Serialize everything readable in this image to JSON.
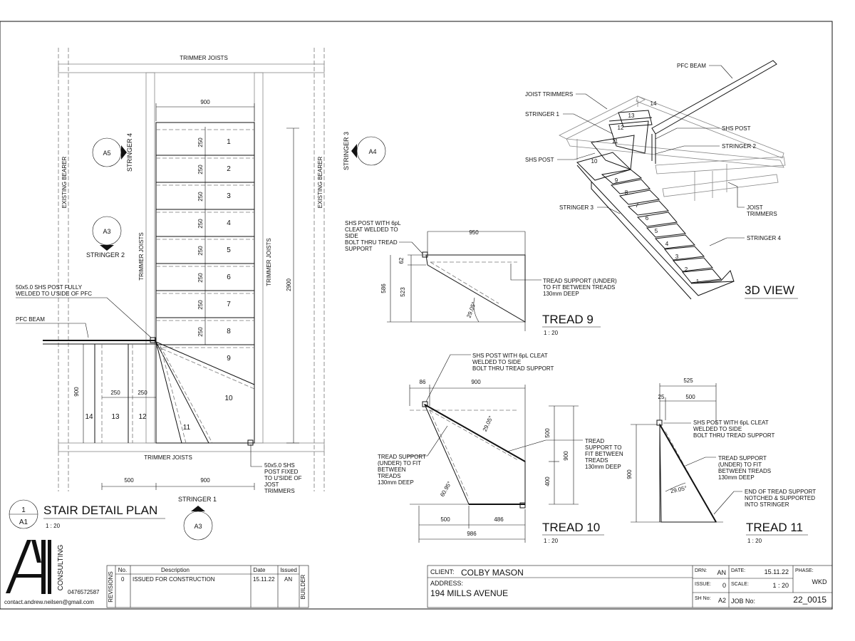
{
  "plan": {
    "trimmer_top": "TRIMMER JOISTS",
    "trimmer_bottom": "TRIMMER JOISTS",
    "trimmer_left": "TRIMMER JOISTS",
    "trimmer_right": "TRIMMER JOISTS",
    "bearer_left": "EXISTING BEARER",
    "bearer_right": "EXISTING BEARER",
    "dim_width": "900",
    "dim_height": "2900",
    "dim_treads": [
      "250",
      "250",
      "250",
      "250",
      "250",
      "250",
      "250",
      "250"
    ],
    "tread_numbers": [
      "1",
      "2",
      "3",
      "4",
      "5",
      "6",
      "7",
      "8",
      "9",
      "10",
      "11"
    ],
    "winder_numbers": [
      "14",
      "13",
      "12"
    ],
    "dim_left_900": "900",
    "dim_250a": "250",
    "dim_250b": "250",
    "dim_bottom_500": "500",
    "dim_bottom_900": "900",
    "stringer1": "STRINGER 1",
    "stringer2": "STRINGER 2",
    "stringer3": "STRINGER 3",
    "stringer4": "STRINGER 4",
    "callouts": {
      "a5": "A5",
      "a3": "A3",
      "a4": "A4",
      "a3b": "A3"
    },
    "note_shs": [
      "50x5.0 SHS POST FULLY",
      "WELDED TO U'SIDE OF PFC"
    ],
    "note_pfc": "PFC BEAM",
    "note_post": [
      "50x5.0 SHS",
      "POST FIXED",
      "TO U'SIDE OF",
      "JOST",
      "TRIMMERS"
    ],
    "title": "STAIR DETAIL PLAN",
    "scale": "1 : 20",
    "detail_num": "1",
    "detail_sheet": "A1"
  },
  "tread9": {
    "note_post": [
      "SHS POST WITH 6pL",
      "CLEAT WELDED TO",
      "SIDE",
      "BOLT THRU TREAD",
      "SUPPORT"
    ],
    "dim_950": "950",
    "dim_62": "62",
    "dim_586": "586",
    "dim_523": "523",
    "angle": "29.05°",
    "note_support": [
      "TREAD SUPPORT (UNDER)",
      "TO FIT BETWEEN TREADS",
      "130mm DEEP"
    ],
    "title": "TREAD 9",
    "scale": "1 : 20"
  },
  "tread10": {
    "note_post": [
      "SHS POST WITH 6pL CLEAT",
      "WELDED TO SIDE",
      "BOLT THRU TREAD SUPPORT"
    ],
    "dim_86": "86",
    "dim_900": "900",
    "dim_500": "500",
    "dim_900v": "900",
    "dim_400": "400",
    "dim_500b": "500",
    "dim_486": "486",
    "dim_986": "986",
    "angle1": "29.05°",
    "angle2": "60.95°",
    "note_left": [
      "TREAD SUPPORT",
      "(UNDER) TO FIT",
      "BETWEEN",
      "TREADS",
      "130mm DEEP"
    ],
    "note_right": [
      "TREAD",
      "SUPPORT TO",
      "FIT BETWEEN",
      "TREADS",
      "130mm DEEP"
    ],
    "title": "TREAD 10",
    "scale": "1 : 20"
  },
  "tread11": {
    "dim_525": "525",
    "dim_25": "25",
    "dim_500": "500",
    "dim_900": "900",
    "angle": "29.05°",
    "note_post": [
      "SHS POST WITH 6pL CLEAT",
      "WELDED TO SIDE",
      "BOLT THRU TREAD SUPPORT"
    ],
    "note_support": [
      "TREAD SUPPORT",
      "(UNDER) TO FIT",
      "BETWEEN TREADS",
      "130mm DEEP"
    ],
    "note_end": [
      "END OF TREAD SUPPORT",
      "NOTCHED & SUPPORTED",
      "INTO STRINGER"
    ],
    "title": "TREAD 11",
    "scale": "1 : 20"
  },
  "view3d": {
    "pfc_beam": "PFC BEAM",
    "joist_trimmers": "JOIST TRIMMERS",
    "stringer1": "STRINGER 1",
    "shs_post_left": "SHS POST",
    "shs_post_right": "SHS POST",
    "stringer2": "STRINGER 2",
    "stringer3": "STRINGER 3",
    "stringer4": "STRINGER 4",
    "joist_trimmers2": [
      "JOIST",
      "TRIMMERS"
    ],
    "title": "3D VIEW",
    "step_numbers": [
      "1",
      "2",
      "3",
      "4",
      "5",
      "6",
      "7",
      "8",
      "9",
      "10",
      "11",
      "12",
      "13",
      "14"
    ]
  },
  "titleblock": {
    "brand_letters": "AN",
    "brand_word": "CONSULTING",
    "phone": "0476572587",
    "email": "contact.andrew.neilsen@gmail.com",
    "revisions_label": "REVISIONS",
    "builder_label": "BUILDER",
    "headers": {
      "no": "No.",
      "desc": "Description",
      "date": "Date",
      "issued": "Issued"
    },
    "rows": [
      {
        "no": "0",
        "desc": "ISSUED FOR CONSTRUCTION",
        "date": "15.11.22",
        "issued": "AN"
      }
    ],
    "client_label": "CLIENT:",
    "client": "COLBY MASON",
    "address_label": "ADDRESS:",
    "address": "194 MILLS AVENUE",
    "drn_label": "DRN:",
    "drn": "AN",
    "date_label": "DATE:",
    "date": "15.11.22",
    "phase_label": "PHASE:",
    "phase": "WKD",
    "issue_label": "ISSUE:",
    "issue": "0",
    "scale_label": "SCALE:",
    "scale": "1 : 20",
    "sheet_label": "SH No:",
    "sheet": "A2",
    "job_label": "JOB No:",
    "job": "22_0015"
  }
}
